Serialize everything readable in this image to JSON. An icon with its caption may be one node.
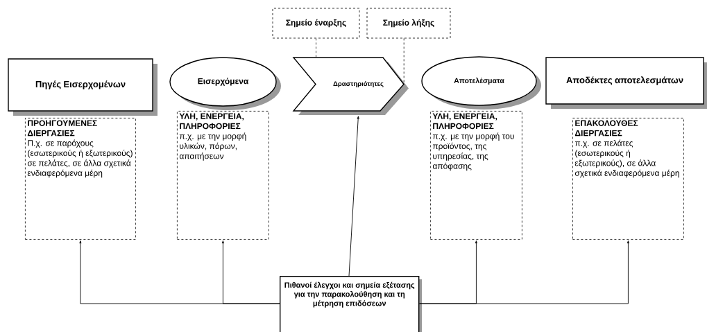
{
  "diagram": {
    "nodes": [
      {
        "text": [
          "Σημείο έναρξης"
        ]
      },
      {
        "text": [
          "Σημείο λήξης"
        ]
      },
      {
        "text": [
          "Πηγές Εισερχομένων"
        ]
      },
      {
        "text": [
          "ΠΡΟΗΓΟΥΜΕΝΕΣ ΔΙΕΡΓΑΣΙΕΣ",
          "Π.χ. σε παρόχους (εσωτερικούς ή εξωτερικούς) σε πελάτες, σε άλλα σχετικά ενδιαφερόμενα μέρη"
        ]
      },
      {
        "text": [
          "Εισερχόμενα"
        ]
      },
      {
        "text": [
          "ΥΛΗ, ΕΝΕΡΓΕΙΑ, ΠΛΗΡΟΦΟΡΙΕΣ",
          "π.χ. με την μορφή υλικών, πόρων, απαιτήσεων"
        ]
      },
      {
        "text": [
          "Δραστηριότητες"
        ]
      },
      {
        "text": [
          "Αποτελέσματα"
        ]
      },
      {
        "text": [
          "ΥΛΗ, ΕΝΕΡΓΕΙΑ, ΠΛΗΡΟΦΟΡΙΕΣ",
          "π.χ. με την μορφή του προϊόντος, της υπηρεσίας, της απόφασης"
        ]
      },
      {
        "text": [
          "Αποδέκτες αποτελεσμάτων"
        ]
      },
      {
        "text": [
          "ΕΠΑΚΟΛΟΥΘΕΣ ΔΙΕΡΓΑΣΙΕΣ",
          "π.χ. σε πελάτες (εσωτερικούς ή εξωτερικούς), σε άλλα σχετικά ενδιαφερόμενα μέρη"
        ]
      },
      {
        "text": [
          "Πιθανοί έλεγχοι και σημεία εξέτασης για την παρακολούθηση και τη μέτρηση επιδόσεων"
        ]
      }
    ],
    "edges": [
      {
        "from": 0,
        "to": 6,
        "arrow": "none",
        "style": "dashed"
      },
      {
        "from": 1,
        "to": 6,
        "arrow": "none",
        "style": "dashed"
      },
      {
        "from": 11,
        "to": 3,
        "arrow": "to"
      },
      {
        "from": 11,
        "to": 5,
        "arrow": "to"
      },
      {
        "from": 11,
        "to": 6,
        "arrow": "to"
      },
      {
        "from": 11,
        "to": 8,
        "arrow": "to"
      },
      {
        "from": 11,
        "to": 10,
        "arrow": "to"
      }
    ]
  }
}
